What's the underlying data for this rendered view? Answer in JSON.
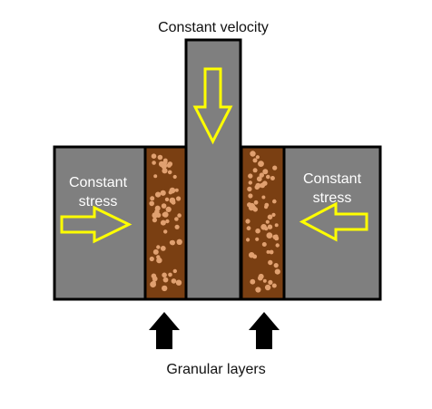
{
  "labels": {
    "top": "Constant velocity",
    "left_line1": "Constant",
    "left_line2": "stress",
    "right_line1": "Constant",
    "right_line2": "stress",
    "bottom": "Granular layers"
  },
  "colors": {
    "block_fill": "#7f7f7f",
    "block_stroke": "#000000",
    "granular_fill": "#7a3f12",
    "grain_fill": "#e0a070",
    "arrow_yellow": "#ffff00",
    "arrow_black": "#000000",
    "background": "#ffffff"
  },
  "icons": {
    "down_arrow": "arrow-down-icon",
    "right_arrow": "arrow-right-icon",
    "left_arrow": "arrow-left-icon",
    "up_arrow": "arrow-up-icon"
  }
}
